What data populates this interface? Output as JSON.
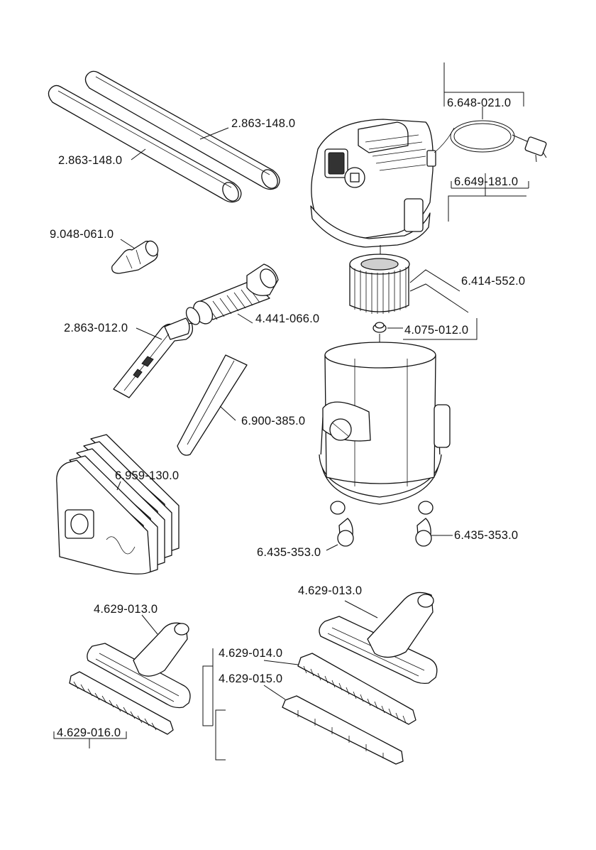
{
  "parts": {
    "tube_upper": "2.863-148.0",
    "tube_lower": "2.863-148.0",
    "cable_upper": "6.648-021.0",
    "cable_lower": "6.649-181.0",
    "adapter": "9.048-061.0",
    "cartridge_filter": "6.414-552.0",
    "hose": "4.441-066.0",
    "handle": "2.863-012.0",
    "filter_nut": "4.075-012.0",
    "crevice_nozzle": "6.900-385.0",
    "filter_bags": "6.959-130.0",
    "caster_left": "6.435-353.0",
    "caster_right": "6.435-353.0",
    "floor_nozzle_right": "4.629-013.0",
    "floor_nozzle_left": "4.629-013.0",
    "insert_brush": "4.629-014.0",
    "insert_rubber": "4.629-015.0",
    "insert_left": "4.629-016.0"
  }
}
